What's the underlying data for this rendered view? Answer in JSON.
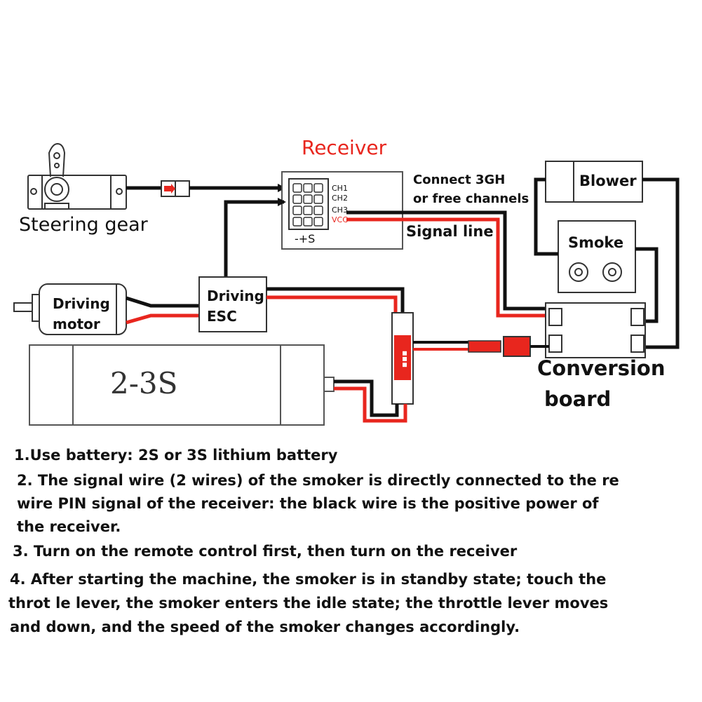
{
  "labels": {
    "receiver": "Receiver",
    "steering_gear": "Steering gear",
    "connect_line1": "Connect 3GH",
    "connect_line2": "or free channels",
    "signal_line": "Signal line",
    "blower": "Blower",
    "smoke": "Smoke",
    "driving_motor_1": "Driving",
    "driving_motor_2": "motor",
    "driving_esc_1": "Driving",
    "driving_esc_2": "ESC",
    "battery": "2-3S",
    "conversion_1": "Conversion",
    "conversion_2": "board",
    "ch1": "CH1",
    "ch2": "CH2",
    "ch3": "CH3",
    "vcc": "VCC",
    "polarity": "-+S"
  },
  "colors": {
    "red_wire": "#e8261e",
    "black_wire": "#111111",
    "receiver_title": "#e8261e"
  },
  "notes": {
    "note1": "1.Use battery: 2S or 3S lithium battery",
    "note2_l1": "2. The signal wire (2 wires) of the smoker is directly connected to the re",
    "note2_l2": "wire PIN signal of the receiver: the black wire is the positive power of",
    "note2_l3": "the receiver.",
    "note3": "3. Turn on the remote control first, then turn on the receiver",
    "note4_l1": "4. After starting the machine, the smoker is in standby state; touch the",
    "note4_l2": "throt  le lever, the smoker enters the idle state; the throttle lever moves",
    "note4_l3": "and down, and the speed of the smoker changes accordingly."
  }
}
